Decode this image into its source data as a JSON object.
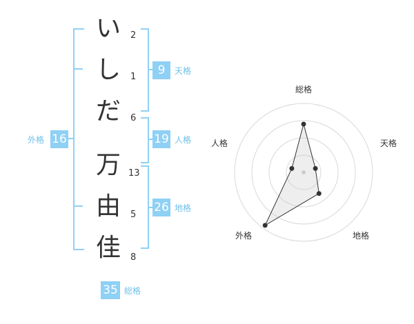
{
  "name": {
    "chars": [
      "い",
      "し",
      "だ",
      "万",
      "由",
      "佳"
    ],
    "strokes": [
      2,
      1,
      6,
      13,
      5,
      8
    ]
  },
  "fortune": {
    "tenkaku": {
      "value": 9,
      "label": "天格"
    },
    "jinkaku": {
      "value": 19,
      "label": "人格"
    },
    "chikaku": {
      "value": 26,
      "label": "地格"
    },
    "gaikaku": {
      "value": 16,
      "label": "外格"
    },
    "soukaku": {
      "value": 35,
      "label": "総格"
    }
  },
  "colors": {
    "accent": "#8fd0f5",
    "label": "#6fc0ea",
    "text": "#333333"
  },
  "chart_data": {
    "type": "radar",
    "axes": [
      "総格",
      "天格",
      "地格",
      "外格",
      "人格"
    ],
    "values": [
      0.7,
      0.18,
      0.38,
      0.95,
      0.18
    ],
    "rings": 4,
    "range": [
      0,
      1
    ]
  }
}
